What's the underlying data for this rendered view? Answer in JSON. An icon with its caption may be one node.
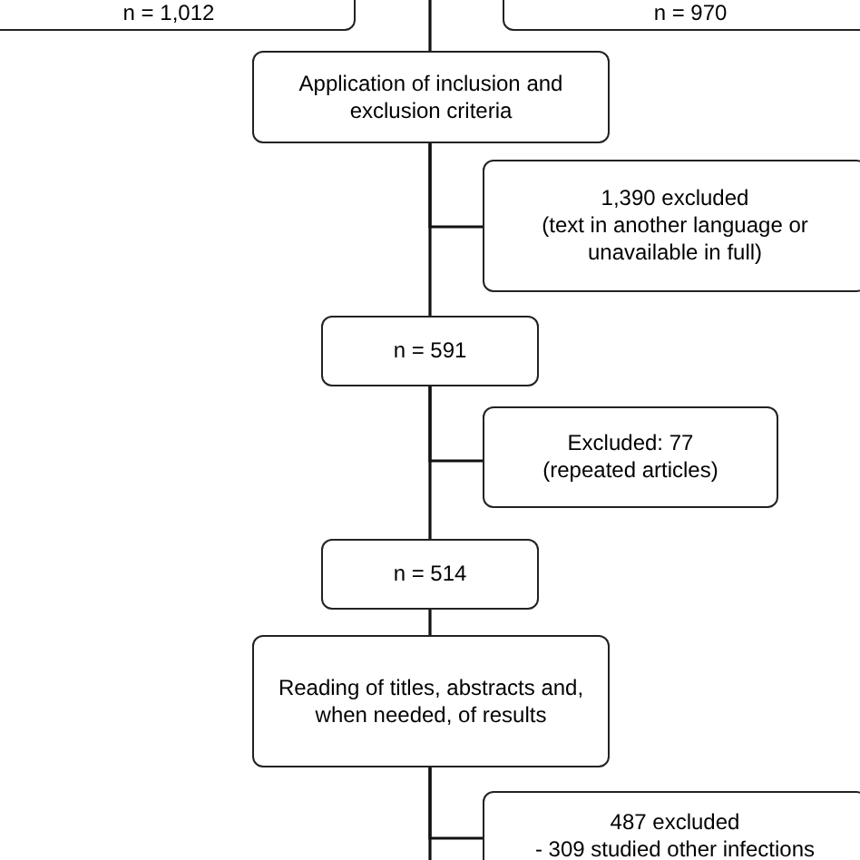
{
  "diagram": {
    "nodes": [
      {
        "text": [
          "n = 1,012"
        ]
      },
      {
        "text": [
          "n = 970"
        ]
      },
      {
        "text": [
          "Application of inclusion and exclusion criteria"
        ]
      },
      {
        "text": [
          "1,390 excluded",
          "(text in another language or unavailable in full)"
        ]
      },
      {
        "text": [
          "n = 591"
        ]
      },
      {
        "text": [
          "Excluded: 77",
          "(repeated articles)"
        ]
      },
      {
        "text": [
          "n = 514"
        ]
      },
      {
        "text": [
          "Reading of titles, abstracts and, when needed, of results"
        ]
      },
      {
        "text": [
          "487 excluded",
          "- 309 studied other infections"
        ]
      }
    ],
    "edges": [
      {
        "from": null,
        "to": 2,
        "arrow": "none"
      },
      {
        "from": 2,
        "to": 4,
        "arrow": "none"
      },
      {
        "from": 2,
        "to": 3,
        "arrow": "none"
      },
      {
        "from": 4,
        "to": 6,
        "arrow": "none"
      },
      {
        "from": 4,
        "to": 5,
        "arrow": "none"
      },
      {
        "from": 6,
        "to": 7,
        "arrow": "none"
      },
      {
        "from": 7,
        "to": 8,
        "arrow": "none"
      },
      {
        "from": 7,
        "to": null,
        "arrow": "none"
      }
    ]
  }
}
